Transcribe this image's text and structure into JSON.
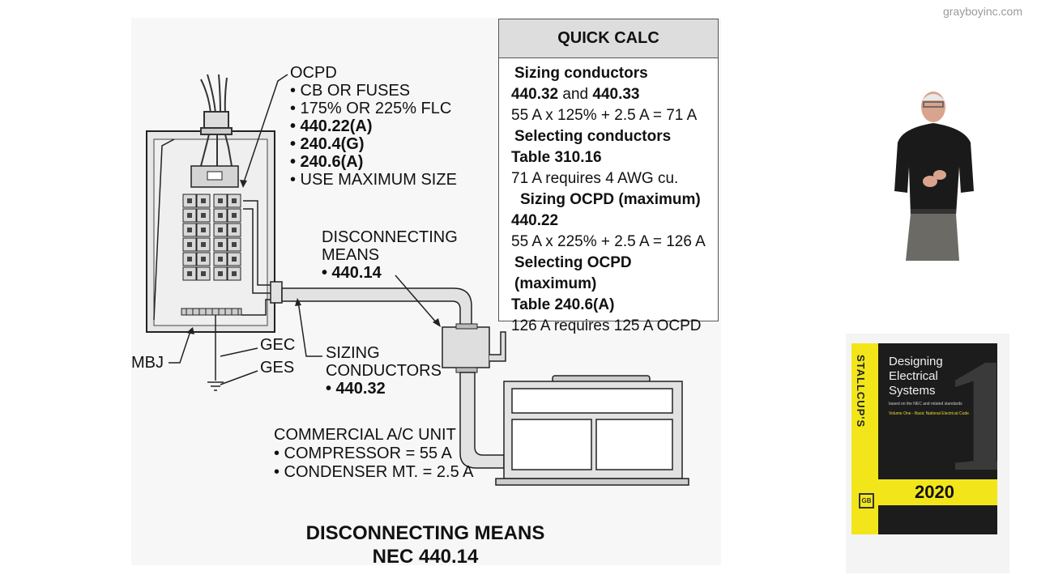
{
  "watermark": "grayboyinc.com",
  "diagram": {
    "ocpd_title": "OCPD",
    "ocpd_items": [
      {
        "text": "• CB OR FUSES",
        "bold": false
      },
      {
        "text": "• 175% OR 225% FLC",
        "bold": false
      },
      {
        "text": "• 440.22(A)",
        "bold": true
      },
      {
        "text": "• 240.4(G)",
        "bold": true
      },
      {
        "text": "• 240.6(A)",
        "bold": true
      },
      {
        "text": "• USE MAXIMUM SIZE",
        "bold": false
      }
    ],
    "disconnect_line1": "DISCONNECTING",
    "disconnect_line2": "MEANS",
    "disconnect_ref": "• 440.14",
    "gec": "GEC",
    "ges": "GES",
    "mbj": "MBJ",
    "sizing_line1": "SIZING",
    "sizing_line2": "CONDUCTORS",
    "sizing_ref": "• 440.32",
    "unit_title": "COMMERCIAL A/C UNIT",
    "unit_compressor": "• COMPRESSOR = 55 A",
    "unit_condenser": "• CONDENSER MT. = 2.5 A",
    "title_line1": "DISCONNECTING MEANS",
    "title_line2": "NEC 440.14"
  },
  "quick_calc": {
    "header": "QUICK CALC",
    "h1": "Sizing conductors",
    "ref1a": "440.32",
    "ref1_and": " and ",
    "ref1b": "440.33",
    "calc1": "55 A x 125% + 2.5 A = 71 A",
    "h2": "Selecting conductors",
    "ref2": "Table 310.16",
    "calc2": "71 A requires 4 AWG cu.",
    "h3": "Sizing OCPD (maximum)",
    "ref3": "440.22",
    "calc3": "55 A x 225% + 2.5 A = 126 A",
    "h4": "Selecting OCPD (maximum)",
    "ref4": "Table 240.6(A)",
    "calc4": "126 A requires 125 A OCPD"
  },
  "book": {
    "spine": "STALLCUP'S",
    "logo": "GB",
    "title": "Designing Electrical Systems",
    "subtitle": "based on the NEC and related standards",
    "volume": "Volume One - Basic National Electrical Code",
    "numeral": "1",
    "year": "2020"
  },
  "colors": {
    "panel_bg": "#f7f7f7",
    "calc_header_bg": "#dddddd",
    "book_yellow": "#f2e61a"
  }
}
